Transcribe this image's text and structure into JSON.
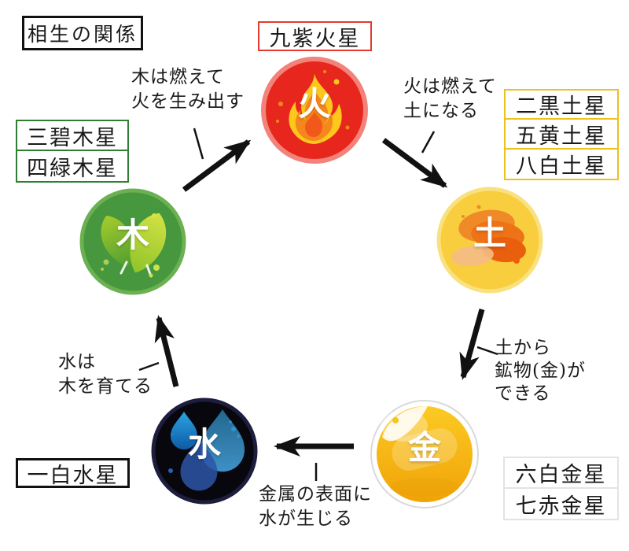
{
  "title": "相生の関係",
  "nodes": {
    "fire": {
      "char": "火",
      "color": "#e7271d",
      "ring": "#f2837a"
    },
    "earth": {
      "char": "土",
      "color": "#f8ce3e",
      "ring": "#fae180"
    },
    "metal": {
      "char": "金",
      "color": "#f5af10",
      "ring": "#d9d9d9"
    },
    "water": {
      "char": "水",
      "color": "#07070d",
      "ring": "#1d1d3d"
    },
    "wood": {
      "char": "木",
      "color": "#46973d",
      "ring": "#6bb151"
    }
  },
  "star_labels": {
    "fire": [
      "九紫火星"
    ],
    "earth": [
      "二黒土星",
      "五黄土星",
      "八白土星"
    ],
    "metal": [
      "六白金星",
      "七赤金星"
    ],
    "water": [
      "一白水星"
    ],
    "wood": [
      "三碧木星",
      "四緑木星"
    ]
  },
  "annotations": {
    "wood_to_fire": {
      "line1": "木は燃えて",
      "line2": "火を生み出す"
    },
    "fire_to_earth": {
      "line1": "火は燃えて",
      "line2": "土になる"
    },
    "earth_to_metal": {
      "line1": "土から",
      "line2": "鉱物(金)が",
      "line3": "できる"
    },
    "metal_to_water": {
      "line1": "金属の表面に",
      "line2": "水が生じる"
    },
    "water_to_wood": {
      "line1": "水は",
      "line2": "木を育てる"
    }
  },
  "colors": {
    "background": "#ffffff",
    "arrow": "#111111",
    "title_box_border": "#111111",
    "fire_box_border": "#e23b2e",
    "earth_box_border": "#eec11d",
    "metal_box_border": "#e3e3e3",
    "water_box_border": "#111111",
    "wood_box_border": "#2e7d32"
  }
}
